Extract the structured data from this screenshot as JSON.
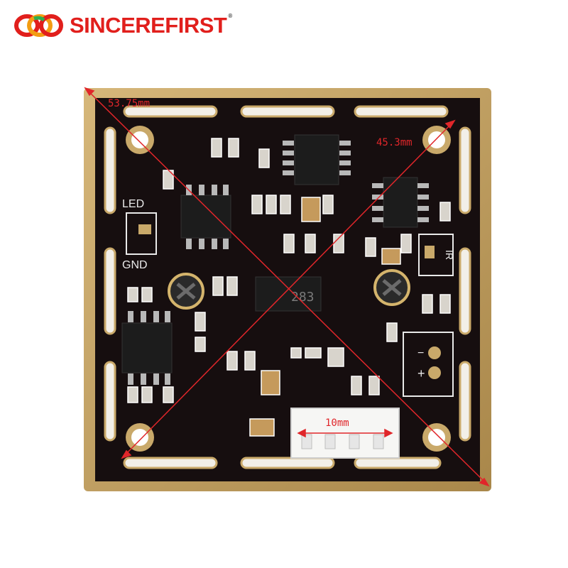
{
  "brand": {
    "name": "SINCEREFIRST",
    "registered_mark": "®",
    "logo_icon": "brand-ring-icon",
    "colors": {
      "red": "#e11f1c",
      "orange": "#f39c12",
      "green": "#2eae4f",
      "dark": "#333333"
    }
  },
  "board": {
    "pcb_color": "#160e0f",
    "pad_color": "#c9a96a",
    "silkscreen": {
      "led": "LED",
      "gnd": "GND",
      "ir": "IR",
      "chip_code": "283",
      "minus": "−",
      "plus": "+"
    }
  },
  "measurements": {
    "color": "#e0262a",
    "diagonal_1": "53.75mm",
    "diagonal_2": "45.3mm",
    "connector_width": "10mm"
  }
}
